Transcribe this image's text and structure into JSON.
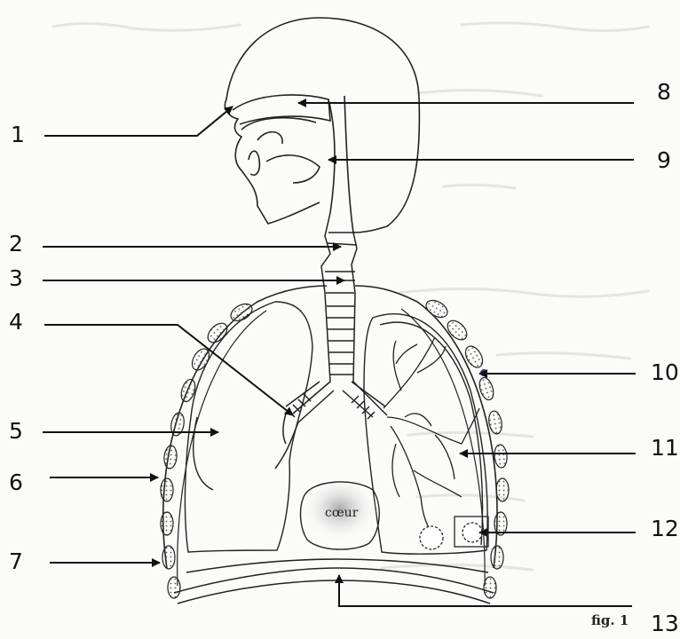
{
  "labels": [
    "1",
    "2",
    "3",
    "4",
    "5",
    "6",
    "7",
    "8",
    "9",
    "10",
    "11",
    "12",
    "13"
  ],
  "heart_label": "cœur",
  "figure_caption": "fig. 1"
}
